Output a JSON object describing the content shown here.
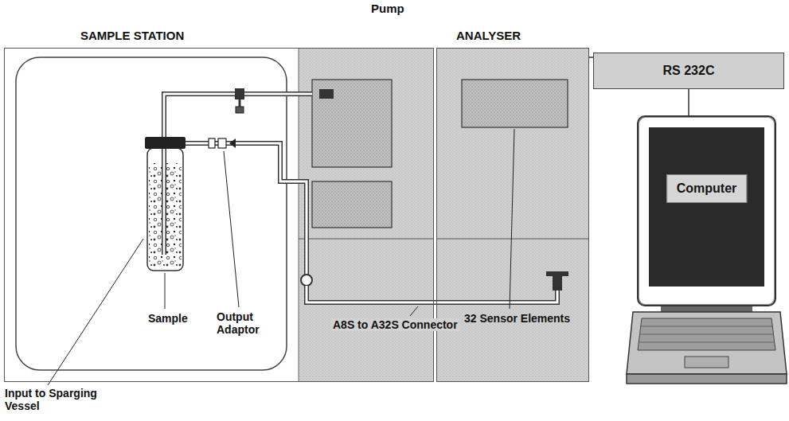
{
  "diagram": {
    "nodes": [
      {
        "text": [
          "SAMPLE STATION"
        ]
      },
      {
        "text": [
          "ANALYSER"
        ]
      },
      {
        "text": [
          "RS 232C"
        ]
      },
      {
        "text": [
          "Computer"
        ]
      }
    ],
    "edges": [
      {
        "from": 1,
        "to": 2,
        "arrow": "none"
      },
      {
        "from": 2,
        "to": 3,
        "arrow": "none"
      }
    ],
    "labels": [
      "Pump",
      "Sample",
      "Output Adaptor",
      "A8S to A32S Connector",
      "32 Sensor Elements",
      "Input to Sparging Vessel"
    ]
  }
}
